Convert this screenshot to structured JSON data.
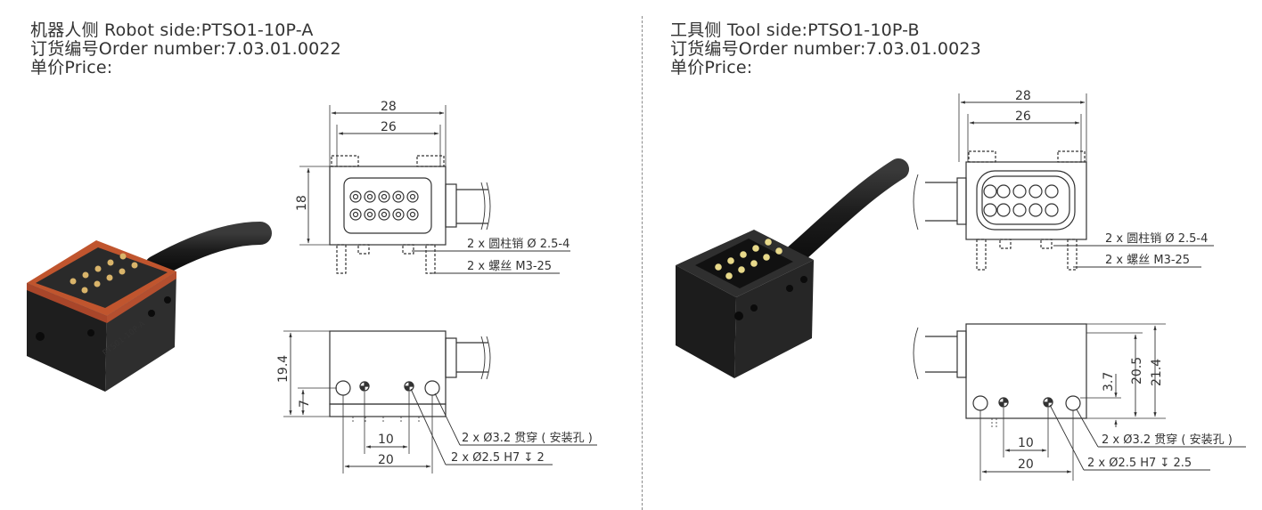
{
  "left": {
    "header": {
      "line1": "机器人侧 Robot side:PTSO1-10P-A",
      "line2": "订货编号Order number:7.03.01.0022",
      "line3": "单价Price:"
    },
    "top_view": {
      "dim_outer": "28",
      "dim_inner": "26",
      "dim_height": "18"
    },
    "top_callouts": {
      "pin": "2 x 圆柱销 Ø 2.5-4",
      "screw": "2 x 螺丝 M3-25"
    },
    "side_view": {
      "dim_height": "19.4",
      "dim_hole": "7",
      "dim_10": "10",
      "dim_20": "20"
    },
    "side_callouts": {
      "through": "2 x Ø3.2 贯穿 ( 安装孔 )",
      "pin_hole": "2 x Ø2.5 H7 ↧ 2"
    }
  },
  "right": {
    "header": {
      "line1": "工具侧 Tool side:PTSO1-10P-B",
      "line2": "订货编号Order number:7.03.01.0023",
      "line3": "单价Price:"
    },
    "top_view": {
      "dim_outer": "28",
      "dim_inner": "26"
    },
    "top_callouts": {
      "pin": "2 x 圆柱销 Ø 2.5-4",
      "screw": "2 x 螺丝 M3-25"
    },
    "side_view": {
      "dim_21": "21.4",
      "dim_20": "20.5",
      "dim_3": "3.7",
      "dim_10": "10",
      "dim_bottom": "20"
    },
    "side_callouts": {
      "through": "2 x Ø3.2 贯穿 ( 安装孔 )",
      "pin_hole": "2 x Ø2.5 H7 ↧ 2.5"
    }
  }
}
